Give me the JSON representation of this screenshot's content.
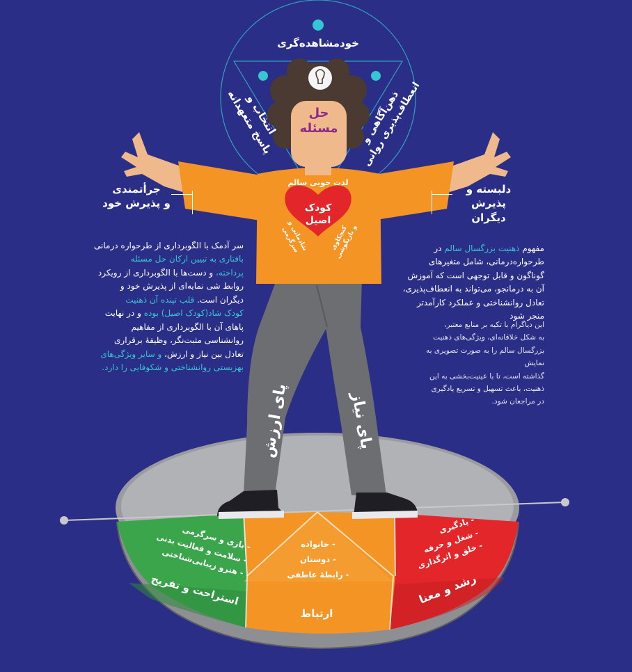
{
  "colors": {
    "background": "#2b2e86",
    "accent_teal": "#36c6d3",
    "shirt_orange": "#f39424",
    "heart_red": "#e3262a",
    "problem_solving_purple": "#8c2a8a",
    "segment_green": "#3aa54a",
    "segment_orange": "#f39424",
    "segment_red": "#e3262a",
    "leg_gray": "#6d6e71"
  },
  "top_circle": {
    "top_label": "خودمشاهده‌گری",
    "left_label_line1": "انتخاب و",
    "left_label_line2": "پاسخ متعهدانه",
    "right_label_line1": "ذهن‌آگاهی و",
    "right_label_line2": "انعطاف‌پذیری روانی",
    "center_icon": "lightbulb-icon"
  },
  "head_label_line1": "حل",
  "head_label_line2": "مسئله",
  "shirt": {
    "top_text": "لذت جویی سالم",
    "heart_line1": "کودک",
    "heart_line2": "اصیل",
    "left_text_line1": "شادمانی و",
    "left_text_line2": "سرگرمی",
    "right_text_line1": "کنجکاوی",
    "right_text_line2": "و بازیگوشی"
  },
  "left_arm_label_line1": "جرأتمندی",
  "left_arm_label_line2": "و پذیرش خود",
  "right_arm_label_line1": "دلبسته و",
  "right_arm_label_line2": "پذیرش دیگران",
  "legs": {
    "left": "پای ارزش",
    "right": "پای نیاز"
  },
  "left_paragraph": {
    "p1": "سر آدمک با الگوبرداری از طرحواره درمانی",
    "p2": "بافتاری به تبیین ارکان حل مسئله",
    "p3": "پرداخته،",
    "p4": " و دست‌ها با الگوبرداری از رویکرد",
    "p5": "روابط شی نمایه‌ای از پذیرش خود و",
    "p6": "دیگران است.",
    "p7": " قلب تپنده آن ذهنیت",
    "p8": "کودک شاد(کودک اصیل) بوده",
    "p9": " و در نهایت",
    "p10": "پاهای آن با الگوبرداری از مفاهیم",
    "p11": "روانشناسی مثبت‌نگر، وظیفهٔ برقراری",
    "p12": "تعادل بین نیاز و ارزش،",
    "p13": " و سایر ویژگی‌های",
    "p14": "بهزیستی روانشناختی و شکوفایی را دارد."
  },
  "right_paragraph": {
    "p1": "مفهوم ",
    "p2": "ذهنیت بزرگسال سالم",
    "p3": " در",
    "p4": "طرحواره‌درمانی، شامل متغیرهای",
    "p5": "گوناگون و قابل توجهی است که آموزش",
    "p6": "آن به درمانجو، می‌تواند به انعطاف‌پذیری،",
    "p7": "تعادل روانشناختی و عملکرد کارآمدتر",
    "p8": "منجر شود"
  },
  "right_note": {
    "n1": "این دیاگرام با تکیه بر منابع معتبر،",
    "n2": "به شکل خلاقانه‌ای، ویژگی‌های ذهنیت",
    "n3": "بزرگسال سالم را به صورت تصویری به نمایش",
    "n4": "گذاشته است، تا با عینیت‌بخشی به این",
    "n5": "ذهنیت، باعث تسهیل و تسریع یادگیری",
    "n6": "در مراجعان شود."
  },
  "segments": {
    "green": {
      "items": [
        "- بازی و سرگرمی",
        "- سلامت و فعالیت بدنی",
        "- هنرو زیبایی‌شناختی"
      ],
      "title": "استراحت و تفریح"
    },
    "orange": {
      "items": [
        "- خانواده",
        "- دوستان",
        "- رابطهٔ عاطفی"
      ],
      "title": "ارتباط"
    },
    "red": {
      "items": [
        "- یادگیری",
        "- شغل و حرفه",
        "- خلق و اثرگذاری"
      ],
      "title": "رشد و معنا"
    }
  }
}
